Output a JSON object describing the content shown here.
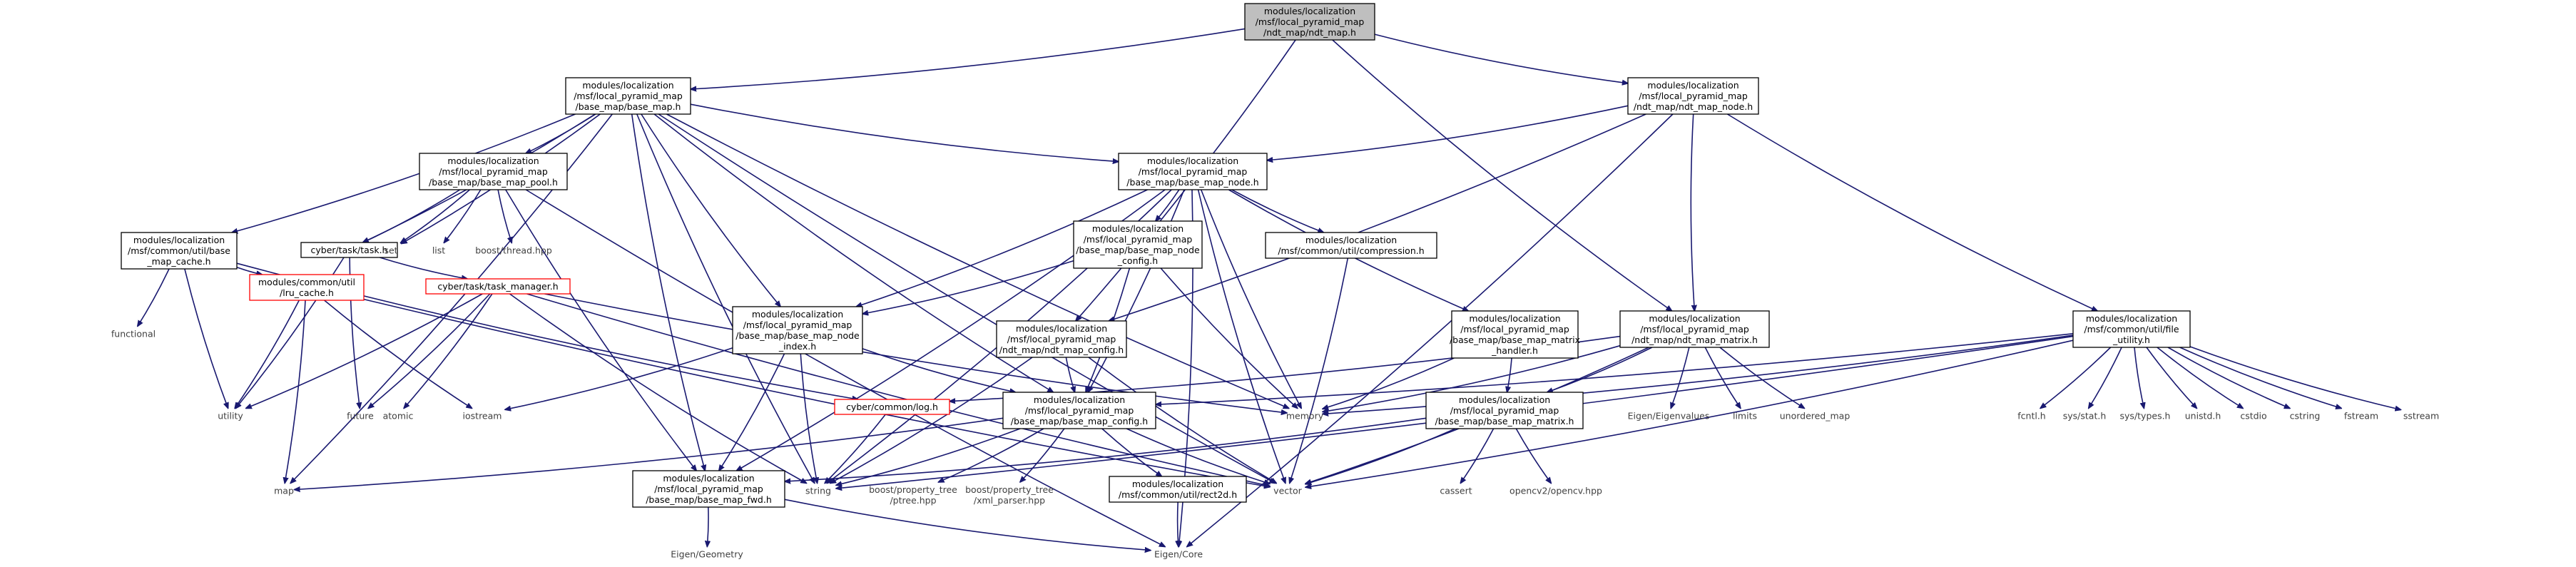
{
  "style": {
    "edge_color": "#191970",
    "node_border_default": "#000000",
    "node_border_red": "#ff0000",
    "node_fill_root": "#bfbfbf",
    "node_fill_default": "#ffffff",
    "text_color": "#000000",
    "gray_text_color": "#404040"
  },
  "nodes": [
    {
      "id": "ndt_map_h",
      "kind": "root",
      "lines": [
        "modules/localization",
        "/msf/local_pyramid_map",
        "/ndt_map/ndt_map.h"
      ]
    },
    {
      "id": "base_map_h",
      "kind": "box",
      "lines": [
        "modules/localization",
        "/msf/local_pyramid_map",
        "/base_map/base_map.h"
      ]
    },
    {
      "id": "ndt_map_node_h",
      "kind": "box",
      "lines": [
        "modules/localization",
        "/msf/local_pyramid_map",
        "/ndt_map/ndt_map_node.h"
      ]
    },
    {
      "id": "base_map_pool_h",
      "kind": "box",
      "lines": [
        "modules/localization",
        "/msf/local_pyramid_map",
        "/base_map/base_map_pool.h"
      ]
    },
    {
      "id": "base_map_node_h",
      "kind": "box",
      "lines": [
        "modules/localization",
        "/msf/local_pyramid_map",
        "/base_map/base_map_node.h"
      ]
    },
    {
      "id": "base_map_cache_h",
      "kind": "box",
      "lines": [
        "modules/localization",
        "/msf/common/util/base",
        "_map_cache.h"
      ]
    },
    {
      "id": "task_h",
      "kind": "box",
      "lines": [
        "cyber/task/task.h"
      ]
    },
    {
      "id": "set",
      "kind": "plain",
      "lines": [
        "set"
      ]
    },
    {
      "id": "list",
      "kind": "plain",
      "lines": [
        "list"
      ]
    },
    {
      "id": "boost_thread",
      "kind": "plain",
      "lines": [
        "boost/thread.hpp"
      ]
    },
    {
      "id": "base_map_node_config_h",
      "kind": "box",
      "lines": [
        "modules/localization",
        "/msf/local_pyramid_map",
        "/base_map/base_map_node",
        "_config.h"
      ]
    },
    {
      "id": "compression_h",
      "kind": "box",
      "lines": [
        "modules/localization",
        "/msf/common/util/compression.h"
      ]
    },
    {
      "id": "file_utility_h",
      "kind": "box",
      "lines": [
        "modules/localization",
        "/msf/common/util/file",
        "_utility.h"
      ]
    },
    {
      "id": "functional",
      "kind": "plain",
      "lines": [
        "functional"
      ]
    },
    {
      "id": "lru_cache_h",
      "kind": "red",
      "lines": [
        "modules/common/util",
        "/lru_cache.h"
      ]
    },
    {
      "id": "task_manager_h",
      "kind": "red",
      "lines": [
        "cyber/task/task_manager.h"
      ]
    },
    {
      "id": "base_map_node_index_h",
      "kind": "box",
      "lines": [
        "modules/localization",
        "/msf/local_pyramid_map",
        "/base_map/base_map_node",
        "_index.h"
      ]
    },
    {
      "id": "ndt_map_config_h",
      "kind": "box",
      "lines": [
        "modules/localization",
        "/msf/local_pyramid_map",
        "/ndt_map/ndt_map_config.h"
      ]
    },
    {
      "id": "base_map_matrix_handler_h",
      "kind": "box",
      "lines": [
        "modules/localization",
        "/msf/local_pyramid_map",
        "/base_map/base_map_matrix",
        "_handler.h"
      ]
    },
    {
      "id": "ndt_map_matrix_h",
      "kind": "box",
      "lines": [
        "modules/localization",
        "/msf/local_pyramid_map",
        "/ndt_map/ndt_map_matrix.h"
      ]
    },
    {
      "id": "utility",
      "kind": "plain",
      "lines": [
        "utility"
      ]
    },
    {
      "id": "future",
      "kind": "plain",
      "lines": [
        "future"
      ]
    },
    {
      "id": "atomic",
      "kind": "plain",
      "lines": [
        "atomic"
      ]
    },
    {
      "id": "iostream",
      "kind": "plain",
      "lines": [
        "iostream"
      ]
    },
    {
      "id": "log_h",
      "kind": "red",
      "lines": [
        "cyber/common/log.h"
      ]
    },
    {
      "id": "base_map_config_h",
      "kind": "box",
      "lines": [
        "modules/localization",
        "/msf/local_pyramid_map",
        "/base_map/base_map_config.h"
      ]
    },
    {
      "id": "memory",
      "kind": "plain",
      "lines": [
        "memory"
      ]
    },
    {
      "id": "base_map_matrix_h",
      "kind": "box",
      "lines": [
        "modules/localization",
        "/msf/local_pyramid_map",
        "/base_map/base_map_matrix.h"
      ]
    },
    {
      "id": "eigenvalues",
      "kind": "plain",
      "lines": [
        "Eigen/Eigenvalues"
      ]
    },
    {
      "id": "limits",
      "kind": "plain",
      "lines": [
        "limits"
      ]
    },
    {
      "id": "unordered_map",
      "kind": "plain",
      "lines": [
        "unordered_map"
      ]
    },
    {
      "id": "fcntl",
      "kind": "plain",
      "lines": [
        "fcntl.h"
      ]
    },
    {
      "id": "sys_stat",
      "kind": "plain",
      "lines": [
        "sys/stat.h"
      ]
    },
    {
      "id": "sys_types",
      "kind": "plain",
      "lines": [
        "sys/types.h"
      ]
    },
    {
      "id": "unistd",
      "kind": "plain",
      "lines": [
        "unistd.h"
      ]
    },
    {
      "id": "cstdio",
      "kind": "plain",
      "lines": [
        "cstdio"
      ]
    },
    {
      "id": "cstring",
      "kind": "plain",
      "lines": [
        "cstring"
      ]
    },
    {
      "id": "fstream",
      "kind": "plain",
      "lines": [
        "fstream"
      ]
    },
    {
      "id": "sstream",
      "kind": "plain",
      "lines": [
        "sstream"
      ]
    },
    {
      "id": "map",
      "kind": "plain",
      "lines": [
        "map"
      ]
    },
    {
      "id": "base_map_fwd_h",
      "kind": "box",
      "lines": [
        "modules/localization",
        "/msf/local_pyramid_map",
        "/base_map/base_map_fwd.h"
      ]
    },
    {
      "id": "string",
      "kind": "plain",
      "lines": [
        "string"
      ]
    },
    {
      "id": "ptree",
      "kind": "plain",
      "lines": [
        "boost/property_tree",
        "/ptree.hpp"
      ]
    },
    {
      "id": "xml_parser",
      "kind": "plain",
      "lines": [
        "boost/property_tree",
        "/xml_parser.hpp"
      ]
    },
    {
      "id": "rect2d_h",
      "kind": "box",
      "lines": [
        "modules/localization",
        "/msf/common/util/rect2d.h"
      ]
    },
    {
      "id": "vector",
      "kind": "plain",
      "lines": [
        "vector"
      ]
    },
    {
      "id": "cassert",
      "kind": "plain",
      "lines": [
        "cassert"
      ]
    },
    {
      "id": "opencv",
      "kind": "plain",
      "lines": [
        "opencv2/opencv.hpp"
      ]
    },
    {
      "id": "eigen_geometry",
      "kind": "plain",
      "lines": [
        "Eigen/Geometry"
      ]
    },
    {
      "id": "eigen_core",
      "kind": "plain",
      "lines": [
        "Eigen/Core"
      ]
    }
  ],
  "edges": [
    [
      "ndt_map_h",
      "base_map_h"
    ],
    [
      "ndt_map_h",
      "ndt_map_node_h"
    ],
    [
      "ndt_map_h",
      "ndt_map_config_h"
    ],
    [
      "ndt_map_h",
      "ndt_map_matrix_h"
    ],
    [
      "base_map_h",
      "base_map_pool_h"
    ],
    [
      "base_map_h",
      "base_map_node_h"
    ],
    [
      "base_map_h",
      "base_map_cache_h"
    ],
    [
      "base_map_h",
      "task_h"
    ],
    [
      "base_map_h",
      "set"
    ],
    [
      "base_map_h",
      "base_map_node_index_h"
    ],
    [
      "base_map_h",
      "base_map_config_h"
    ],
    [
      "base_map_h",
      "base_map_fwd_h"
    ],
    [
      "base_map_h",
      "map"
    ],
    [
      "base_map_h",
      "string"
    ],
    [
      "base_map_h",
      "vector"
    ],
    [
      "base_map_h",
      "memory"
    ],
    [
      "base_map_pool_h",
      "set"
    ],
    [
      "base_map_pool_h",
      "list"
    ],
    [
      "base_map_pool_h",
      "boost_thread"
    ],
    [
      "base_map_pool_h",
      "task_h"
    ],
    [
      "base_map_pool_h",
      "base_map_fwd_h"
    ],
    [
      "base_map_pool_h",
      "eigen_core"
    ],
    [
      "base_map_cache_h",
      "functional"
    ],
    [
      "base_map_cache_h",
      "lru_cache_h"
    ],
    [
      "base_map_cache_h",
      "utility"
    ],
    [
      "base_map_cache_h",
      "log_h"
    ],
    [
      "task_h",
      "task_manager_h"
    ],
    [
      "task_h",
      "future"
    ],
    [
      "task_h",
      "utility"
    ],
    [
      "task_manager_h",
      "utility"
    ],
    [
      "task_manager_h",
      "future"
    ],
    [
      "task_manager_h",
      "atomic"
    ],
    [
      "task_manager_h",
      "string"
    ],
    [
      "task_manager_h",
      "vector"
    ],
    [
      "task_manager_h",
      "memory"
    ],
    [
      "lru_cache_h",
      "utility"
    ],
    [
      "lru_cache_h",
      "map"
    ],
    [
      "lru_cache_h",
      "iostream"
    ],
    [
      "lru_cache_h",
      "vector"
    ],
    [
      "ndt_map_node_h",
      "base_map_node_h"
    ],
    [
      "ndt_map_node_h",
      "ndt_map_config_h"
    ],
    [
      "ndt_map_node_h",
      "ndt_map_matrix_h"
    ],
    [
      "ndt_map_node_h",
      "file_utility_h"
    ],
    [
      "ndt_map_node_h",
      "eigen_core"
    ],
    [
      "base_map_node_h",
      "base_map_node_config_h"
    ],
    [
      "base_map_node_h",
      "compression_h"
    ],
    [
      "base_map_node_h",
      "base_map_matrix_handler_h"
    ],
    [
      "base_map_node_h",
      "base_map_node_index_h"
    ],
    [
      "base_map_node_h",
      "base_map_config_h"
    ],
    [
      "base_map_node_h",
      "base_map_fwd_h"
    ],
    [
      "base_map_node_h",
      "string"
    ],
    [
      "base_map_node_h",
      "vector"
    ],
    [
      "base_map_node_h",
      "memory"
    ],
    [
      "base_map_node_h",
      "eigen_core"
    ],
    [
      "base_map_node_config_h",
      "base_map_node_index_h"
    ],
    [
      "base_map_node_config_h",
      "base_map_config_h"
    ],
    [
      "base_map_node_config_h",
      "memory"
    ],
    [
      "compression_h",
      "vector"
    ],
    [
      "base_map_node_index_h",
      "base_map_fwd_h"
    ],
    [
      "base_map_node_index_h",
      "iostream"
    ],
    [
      "base_map_node_index_h",
      "string"
    ],
    [
      "base_map_node_index_h",
      "base_map_config_h"
    ],
    [
      "ndt_map_config_h",
      "base_map_config_h"
    ],
    [
      "ndt_map_config_h",
      "string"
    ],
    [
      "ndt_map_config_h",
      "vector"
    ],
    [
      "base_map_config_h",
      "ptree"
    ],
    [
      "base_map_config_h",
      "xml_parser"
    ],
    [
      "base_map_config_h",
      "rect2d_h"
    ],
    [
      "base_map_config_h",
      "string"
    ],
    [
      "base_map_config_h",
      "vector"
    ],
    [
      "base_map_config_h",
      "map"
    ],
    [
      "base_map_matrix_handler_h",
      "base_map_matrix_h"
    ],
    [
      "base_map_matrix_handler_h",
      "memory"
    ],
    [
      "ndt_map_matrix_h",
      "base_map_matrix_h"
    ],
    [
      "ndt_map_matrix_h",
      "eigenvalues"
    ],
    [
      "ndt_map_matrix_h",
      "limits"
    ],
    [
      "ndt_map_matrix_h",
      "unordered_map"
    ],
    [
      "ndt_map_matrix_h",
      "vector"
    ],
    [
      "ndt_map_matrix_h",
      "memory"
    ],
    [
      "ndt_map_matrix_h",
      "log_h"
    ],
    [
      "base_map_matrix_h",
      "cassert"
    ],
    [
      "base_map_matrix_h",
      "opencv"
    ],
    [
      "base_map_matrix_h",
      "vector"
    ],
    [
      "base_map_matrix_h",
      "base_map_fwd_h"
    ],
    [
      "file_utility_h",
      "fcntl"
    ],
    [
      "file_utility_h",
      "sys_stat"
    ],
    [
      "file_utility_h",
      "sys_types"
    ],
    [
      "file_utility_h",
      "unistd"
    ],
    [
      "file_utility_h",
      "cstdio"
    ],
    [
      "file_utility_h",
      "cstring"
    ],
    [
      "file_utility_h",
      "fstream"
    ],
    [
      "file_utility_h",
      "sstream"
    ],
    [
      "file_utility_h",
      "string"
    ],
    [
      "file_utility_h",
      "vector"
    ],
    [
      "file_utility_h",
      "memory"
    ],
    [
      "file_utility_h",
      "base_map_config_h"
    ],
    [
      "base_map_fwd_h",
      "eigen_geometry"
    ],
    [
      "base_map_fwd_h",
      "eigen_core"
    ],
    [
      "log_h",
      "string"
    ],
    [
      "rect2d_h",
      "eigen_core"
    ]
  ]
}
